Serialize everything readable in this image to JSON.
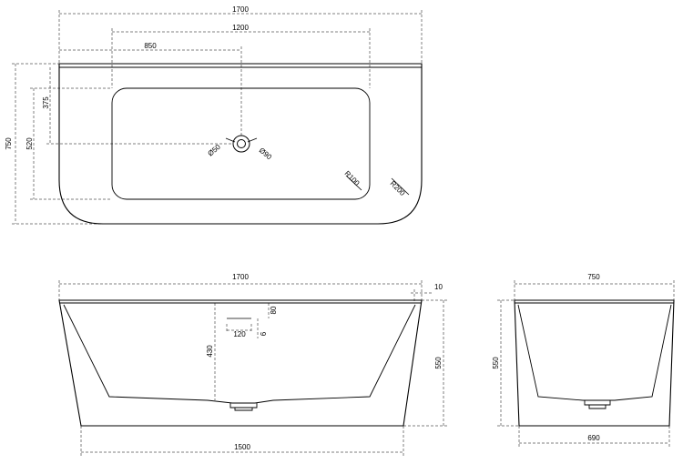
{
  "top_view": {
    "length": "1700",
    "basin_length": "1200",
    "drain_offset": "850",
    "width": "750",
    "basin_width": "520",
    "drain_depth": "375",
    "drain_diameter_small": "Ø50",
    "drain_diameter_large": "Ø90",
    "inner_radius": "R100",
    "outer_radius": "R200"
  },
  "front_view": {
    "length": "1700",
    "rim": "10",
    "overflow_height": "80",
    "overflow_width": "120",
    "overflow_gap": "6",
    "inner_depth": "430",
    "height": "550",
    "base_length": "1500"
  },
  "side_view": {
    "width": "750",
    "height": "550",
    "base_width": "690"
  }
}
